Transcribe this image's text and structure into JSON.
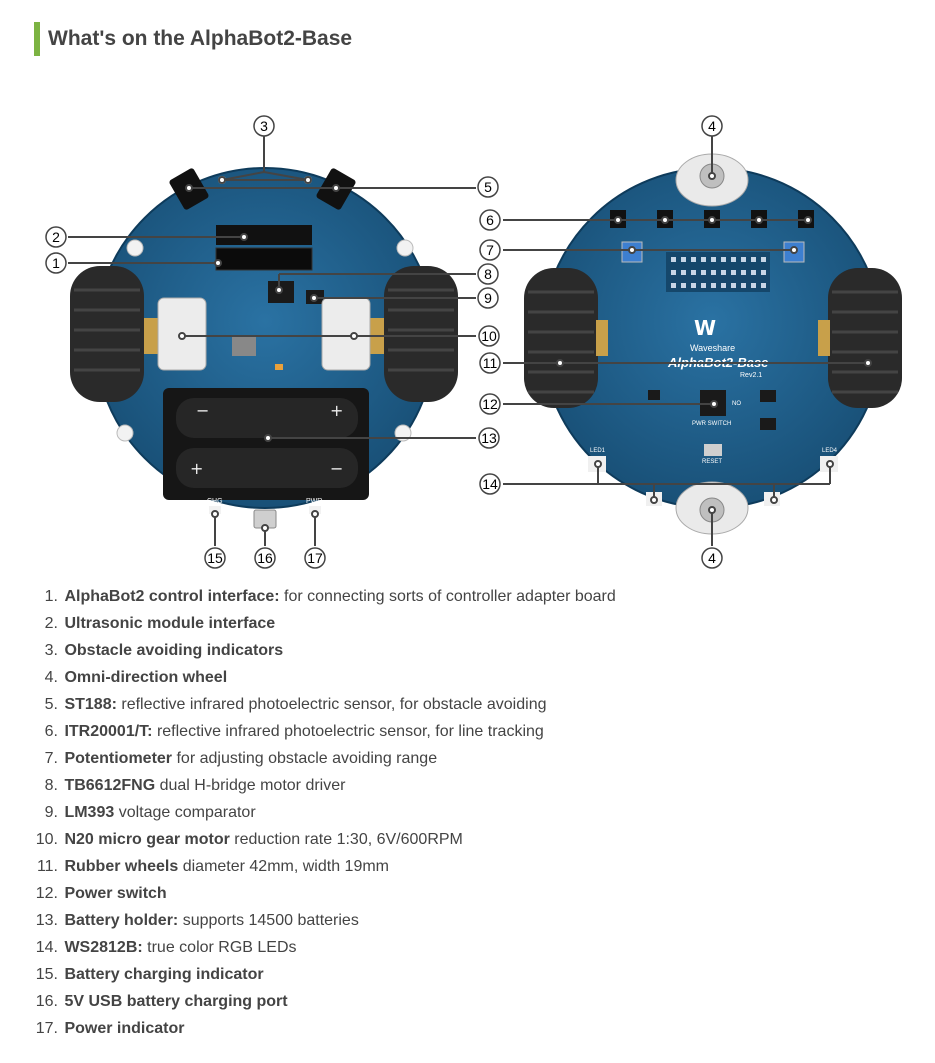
{
  "page": {
    "title": "What's on the AlphaBot2-Base"
  },
  "callouts": {
    "left": [
      "3",
      "5",
      "2",
      "1",
      "8",
      "9",
      "10",
      "13",
      "15",
      "16",
      "17"
    ],
    "right_top": "4",
    "right_bottom": "4",
    "right": [
      "6",
      "7",
      "11",
      "12",
      "14"
    ]
  },
  "board_labels": {
    "chg": "CHG",
    "pwr": "PWR",
    "brand": "Waveshare",
    "model": "AlphaBot2-Base",
    "rev": "Rev2.1",
    "pwr_switch": "PWR SWITCH",
    "reset": "RESET",
    "led1": "LED1",
    "led4": "LED4",
    "no": "NO"
  },
  "legend": [
    {
      "num": "1.",
      "term": "AlphaBot2 control interface:",
      "desc": " for connecting sorts of controller adapter board"
    },
    {
      "num": "2.",
      "term": "Ultrasonic module interface",
      "desc": ""
    },
    {
      "num": "3.",
      "term": "Obstacle avoiding indicators",
      "desc": ""
    },
    {
      "num": "4.",
      "term": "Omni-direction wheel",
      "desc": ""
    },
    {
      "num": "5.",
      "term": "ST188:",
      "desc": " reflective infrared photoelectric sensor, for obstacle avoiding"
    },
    {
      "num": "6.",
      "term": "ITR20001/T:",
      "desc": " reflective infrared photoelectric sensor, for line tracking"
    },
    {
      "num": "7.",
      "term": "Potentiometer",
      "desc": " for adjusting obstacle avoiding range"
    },
    {
      "num": "8.",
      "term": "TB6612FNG",
      "desc": " dual H-bridge motor driver"
    },
    {
      "num": "9.",
      "term": "LM393",
      "desc": " voltage comparator"
    },
    {
      "num": "10.",
      "term": "N20 micro gear motor",
      "desc": " reduction rate 1:30, 6V/600RPM"
    },
    {
      "num": "11.",
      "term": "Rubber wheels",
      "desc": " diameter 42mm, width 19mm"
    },
    {
      "num": "12.",
      "term": "Power switch",
      "desc": ""
    },
    {
      "num": "13.",
      "term": "Battery holder:",
      "desc": " supports 14500 batteries"
    },
    {
      "num": "14.",
      "term": "WS2812B:",
      "desc": " true color RGB LEDs"
    },
    {
      "num": "15.",
      "term": "Battery charging indicator",
      "desc": ""
    },
    {
      "num": "16.",
      "term": "5V USB battery charging port",
      "desc": ""
    },
    {
      "num": "17.",
      "term": "Power indicator",
      "desc": ""
    }
  ],
  "colors": {
    "accent_bar": "#7cb342",
    "pcb_blue": "#1e5f8c",
    "tire": "#2a2a2a"
  }
}
